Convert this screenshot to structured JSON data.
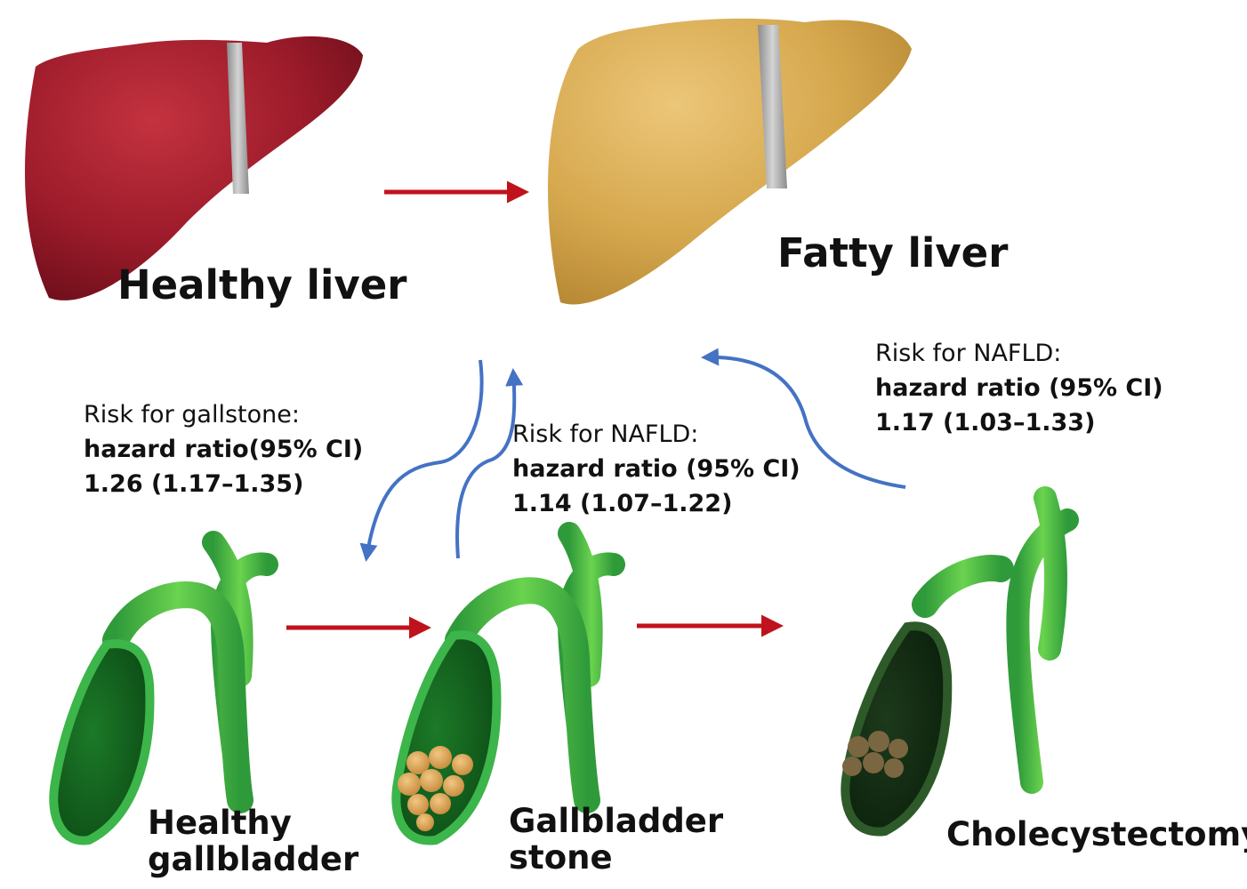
{
  "nodes": {
    "healthy_liver": "Healthy liver",
    "fatty_liver": "Fatty liver",
    "healthy_gallbladder_line1": "Healthy",
    "healthy_gallbladder_line2": "gallbladder",
    "gallbladder_stone_line1": "Gallbladder",
    "gallbladder_stone_line2": "stone",
    "cholecystectomy": "Cholecystectomy"
  },
  "stats": {
    "gallstone": {
      "label": "Risk for gallstone:",
      "metric": "hazard ratio(95% CI)",
      "value": "1.26 (1.17–1.35)"
    },
    "nafld_stone": {
      "label": "Risk for NAFLD:",
      "metric": "hazard ratio (95% CI)",
      "value": "1.14 (1.07–1.22)"
    },
    "nafld_chole": {
      "label": "Risk for NAFLD:",
      "metric": "hazard ratio (95% CI)",
      "value": "1.17 (1.03–1.33)"
    }
  },
  "colors": {
    "healthy_liver": "#a01c2c",
    "fatty_liver": "#d8ab50",
    "gallbladder_green": "#3cb54a",
    "bile_dark": "#0f4f18",
    "stone": "#d9a05a",
    "progression_arrow": "#c0121d",
    "risk_arrow": "#4472c4"
  }
}
